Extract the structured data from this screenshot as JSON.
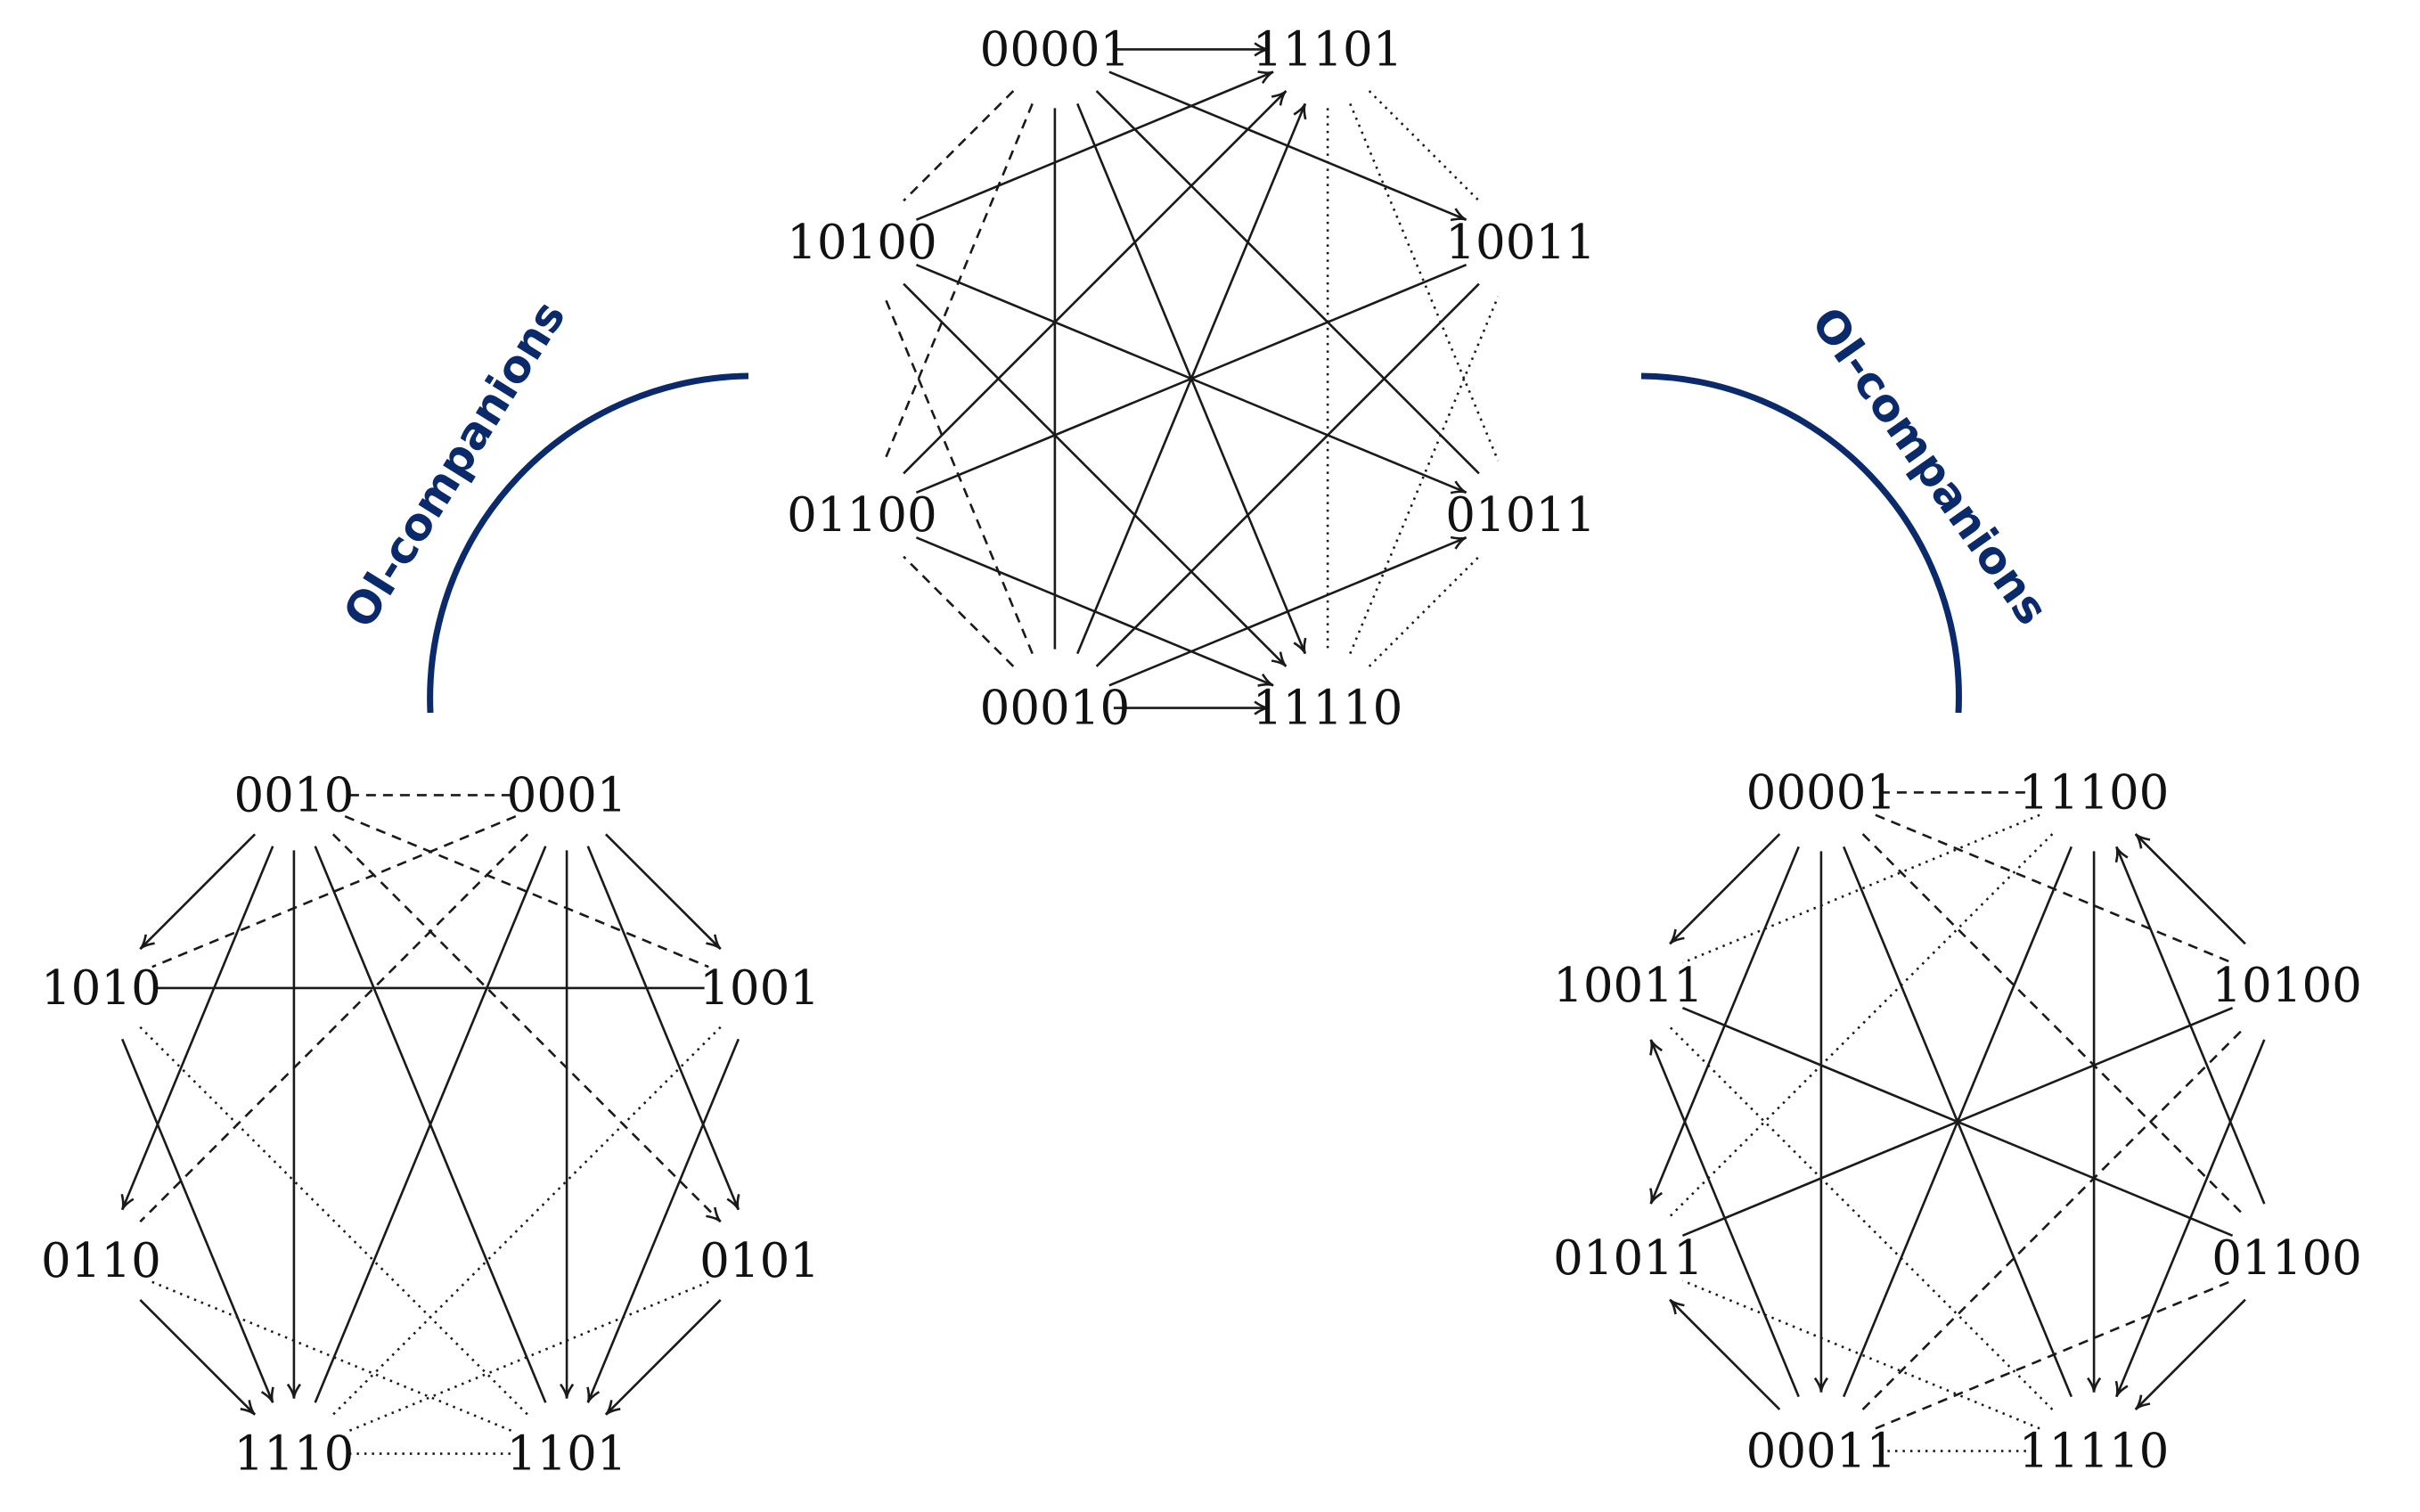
{
  "colors": {
    "ink": "#1a1a1a",
    "accent": "#0b2a6b"
  },
  "arc_labels": {
    "left": "OI-companions",
    "right": "OI-companions"
  },
  "graphs": {
    "top": {
      "nodes": [
        "00001",
        "11101",
        "10011",
        "01011",
        "11110",
        "00010",
        "01100",
        "10100"
      ],
      "edges": [
        {
          "from": "00001",
          "to": "11101",
          "style": "solid",
          "arrow": true
        },
        {
          "from": "00001",
          "to": "10011",
          "style": "solid",
          "arrow": true
        },
        {
          "from": "00001",
          "to": "01011",
          "style": "solid",
          "arrow": false
        },
        {
          "from": "00001",
          "to": "11110",
          "style": "solid",
          "arrow": true
        },
        {
          "from": "00001",
          "to": "00010",
          "style": "solid",
          "arrow": false
        },
        {
          "from": "00001",
          "to": "01100",
          "style": "dashed",
          "arrow": false
        },
        {
          "from": "00001",
          "to": "10100",
          "style": "dashed",
          "arrow": false
        },
        {
          "from": "11101",
          "to": "10011",
          "style": "dotted",
          "arrow": false
        },
        {
          "from": "11101",
          "to": "01011",
          "style": "dotted",
          "arrow": false
        },
        {
          "from": "11101",
          "to": "11110",
          "style": "dotted",
          "arrow": false
        },
        {
          "from": "10100",
          "to": "11101",
          "style": "solid",
          "arrow": true
        },
        {
          "from": "01100",
          "to": "11101",
          "style": "solid",
          "arrow": true
        },
        {
          "from": "00010",
          "to": "11101",
          "style": "solid",
          "arrow": true
        },
        {
          "from": "00010",
          "to": "11110",
          "style": "solid",
          "arrow": true
        },
        {
          "from": "00010",
          "to": "10011",
          "style": "solid",
          "arrow": false
        },
        {
          "from": "00010",
          "to": "01011",
          "style": "solid",
          "arrow": true
        },
        {
          "from": "00010",
          "to": "01100",
          "style": "dashed",
          "arrow": false
        },
        {
          "from": "00010",
          "to": "10100",
          "style": "dashed",
          "arrow": false
        },
        {
          "from": "11110",
          "to": "10011",
          "style": "dotted",
          "arrow": false
        },
        {
          "from": "11110",
          "to": "01011",
          "style": "dotted",
          "arrow": false
        },
        {
          "from": "10100",
          "to": "01011",
          "style": "solid",
          "arrow": true
        },
        {
          "from": "10100",
          "to": "11110",
          "style": "solid",
          "arrow": true
        },
        {
          "from": "01100",
          "to": "10011",
          "style": "solid",
          "arrow": false
        },
        {
          "from": "01100",
          "to": "11110",
          "style": "solid",
          "arrow": true
        }
      ]
    },
    "left": {
      "nodes": [
        "0010",
        "0001",
        "1001",
        "0101",
        "1101",
        "1110",
        "0110",
        "1010"
      ],
      "edges": [
        {
          "from": "0010",
          "to": "0001",
          "style": "dashed",
          "arrow": false
        },
        {
          "from": "1110",
          "to": "1101",
          "style": "dotted",
          "arrow": false
        },
        {
          "from": "0010",
          "to": "1010",
          "style": "solid",
          "arrow": true
        },
        {
          "from": "0010",
          "to": "0110",
          "style": "solid",
          "arrow": true
        },
        {
          "from": "0010",
          "to": "1110",
          "style": "solid",
          "arrow": true
        },
        {
          "from": "0010",
          "to": "1101",
          "style": "solid",
          "arrow": false
        },
        {
          "from": "0010",
          "to": "1001",
          "style": "dashed",
          "arrow": false
        },
        {
          "from": "0010",
          "to": "0101",
          "style": "dashed",
          "arrow": true
        },
        {
          "from": "0001",
          "to": "1001",
          "style": "solid",
          "arrow": true
        },
        {
          "from": "0001",
          "to": "0101",
          "style": "solid",
          "arrow": true
        },
        {
          "from": "0001",
          "to": "1101",
          "style": "solid",
          "arrow": true
        },
        {
          "from": "0001",
          "to": "1110",
          "style": "solid",
          "arrow": false
        },
        {
          "from": "0001",
          "to": "1010",
          "style": "dashed",
          "arrow": false
        },
        {
          "from": "0001",
          "to": "0110",
          "style": "dashed",
          "arrow": false
        },
        {
          "from": "1010",
          "to": "1001",
          "style": "solid",
          "arrow": false
        },
        {
          "from": "1010",
          "to": "1110",
          "style": "solid",
          "arrow": true
        },
        {
          "from": "1010",
          "to": "1101",
          "style": "dotted",
          "arrow": false
        },
        {
          "from": "0110",
          "to": "1110",
          "style": "solid",
          "arrow": true
        },
        {
          "from": "0110",
          "to": "1101",
          "style": "dotted",
          "arrow": false
        },
        {
          "from": "1001",
          "to": "1101",
          "style": "solid",
          "arrow": true
        },
        {
          "from": "1001",
          "to": "1110",
          "style": "dotted",
          "arrow": false
        },
        {
          "from": "0101",
          "to": "1101",
          "style": "solid",
          "arrow": true
        },
        {
          "from": "0101",
          "to": "1110",
          "style": "dotted",
          "arrow": false
        }
      ]
    },
    "right": {
      "nodes": [
        "00001",
        "11100",
        "10100",
        "01100",
        "11110",
        "00011",
        "01011",
        "10011"
      ],
      "edges": [
        {
          "from": "00001",
          "to": "11100",
          "style": "dashed",
          "arrow": false
        },
        {
          "from": "00011",
          "to": "11110",
          "style": "dotted",
          "arrow": false
        },
        {
          "from": "00001",
          "to": "10011",
          "style": "solid",
          "arrow": true
        },
        {
          "from": "00001",
          "to": "01011",
          "style": "solid",
          "arrow": true
        },
        {
          "from": "00001",
          "to": "00011",
          "style": "solid",
          "arrow": true
        },
        {
          "from": "00001",
          "to": "11110",
          "style": "solid",
          "arrow": false
        },
        {
          "from": "00001",
          "to": "01100",
          "style": "dashed",
          "arrow": false
        },
        {
          "from": "00001",
          "to": "10100",
          "style": "dashed",
          "arrow": false
        },
        {
          "from": "11100",
          "to": "10011",
          "style": "dotted",
          "arrow": false
        },
        {
          "from": "11100",
          "to": "01011",
          "style": "dotted",
          "arrow": false
        },
        {
          "from": "11100",
          "to": "00011",
          "style": "solid",
          "arrow": false
        },
        {
          "from": "11100",
          "to": "11110",
          "style": "solid",
          "arrow": true
        },
        {
          "from": "10100",
          "to": "11100",
          "style": "solid",
          "arrow": true
        },
        {
          "from": "01100",
          "to": "11100",
          "style": "solid",
          "arrow": true
        },
        {
          "from": "10011",
          "to": "01100",
          "style": "solid",
          "arrow": false
        },
        {
          "from": "01011",
          "to": "10100",
          "style": "solid",
          "arrow": false
        },
        {
          "from": "00011",
          "to": "10011",
          "style": "solid",
          "arrow": true
        },
        {
          "from": "00011",
          "to": "01011",
          "style": "solid",
          "arrow": true
        },
        {
          "from": "00011",
          "to": "10100",
          "style": "dashed",
          "arrow": false
        },
        {
          "from": "00011",
          "to": "01100",
          "style": "dashed",
          "arrow": false
        },
        {
          "from": "10100",
          "to": "11110",
          "style": "solid",
          "arrow": true
        },
        {
          "from": "01100",
          "to": "11110",
          "style": "solid",
          "arrow": true
        },
        {
          "from": "11110",
          "to": "10011",
          "style": "dotted",
          "arrow": false
        },
        {
          "from": "11110",
          "to": "01011",
          "style": "dotted",
          "arrow": false
        }
      ]
    }
  }
}
